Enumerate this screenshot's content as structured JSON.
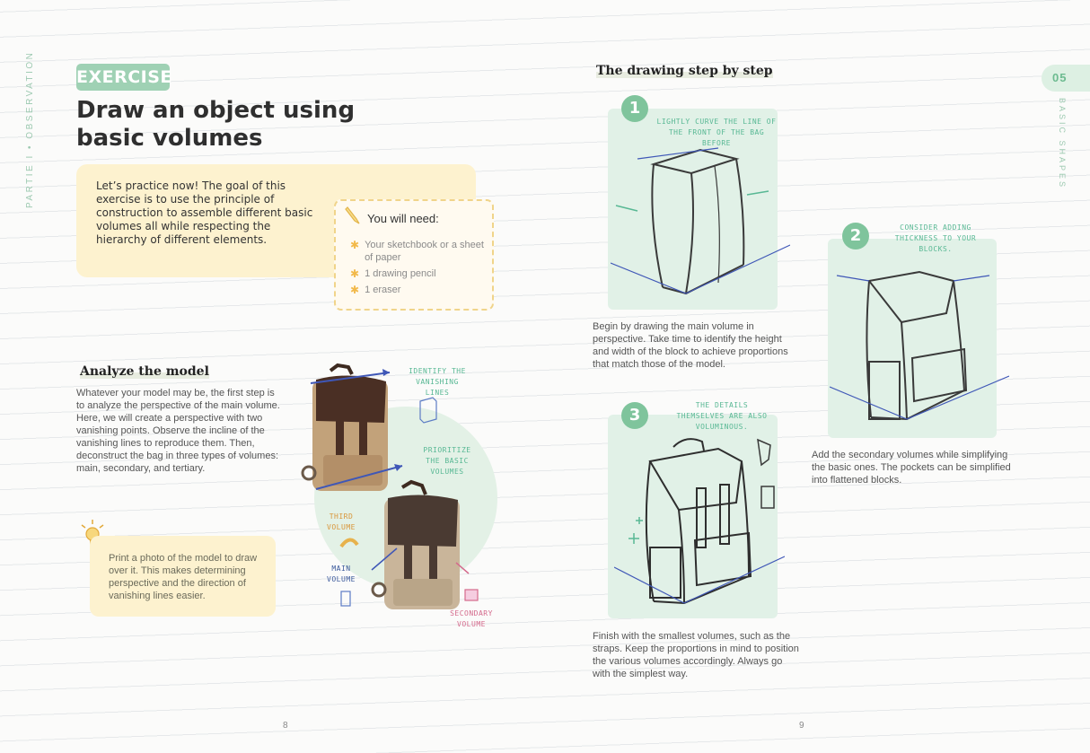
{
  "left_page": {
    "side_label": "PARTIE I • OBSERVATION",
    "badge": "EXERCISE",
    "title": "Draw an object using basic volumes",
    "intro": "Let’s practice now! The goal of this exercise is to use the principle of construction to assemble different basic volumes all while respecting the hierarchy of different elements.",
    "needs": {
      "title": "You will need:",
      "items": [
        "Your sketchbook or a sheet of paper",
        "1 drawing pencil",
        "1 eraser"
      ]
    },
    "analyze": {
      "heading": "Analyze the model",
      "text": "Whatever your model may be, the first step is to analyze the perspective of the main volume. Here, we will create a perspective with two vanishing points. Observe the incline of the vanishing lines to reproduce them. Then, deconstruct the bag in three types of volumes: main, secondary, and tertiary."
    },
    "tip": "Print a photo of the model to draw over it. This makes determining perspective and the direction of vanishing lines easier.",
    "annotations": {
      "identify": "IDENTIFY THE VANISHING LINES",
      "prioritize": "PRIORITIZE THE BASIC VOLUMES",
      "third": "THIRD VOLUME",
      "main": "MAIN VOLUME",
      "secondary": "SECONDARY VOLUME"
    },
    "page_number": "8"
  },
  "right_page": {
    "heading": "The drawing step by step",
    "chapter_number": "05",
    "side_label": "BASIC SHAPES",
    "steps": [
      {
        "number": "1",
        "note": "LIGHTLY CURVE THE LINE OF THE FRONT OF THE BAG BEFORE",
        "text": "Begin by drawing the main volume in perspective. Take time to identify the height and width of the block to achieve proportions that match those of the model."
      },
      {
        "number": "2",
        "note": "CONSIDER ADDING THICKNESS TO YOUR BLOCKS.",
        "text": "Add the secondary volumes while simplifying the basic ones. The pockets can be simplified into flattened blocks."
      },
      {
        "number": "3",
        "note": "THE DETAILS THEMSELVES ARE ALSO VOLUMINOUS.",
        "text": "Finish with the smallest volumes, such as the straps. Keep the proportions in mind to position the various volumes accordingly. Always go with the simplest way."
      }
    ],
    "page_number": "9"
  },
  "colors": {
    "accent_green": "#9fd1b4",
    "panel_green": "#e1f1e7",
    "note_yellow": "#fdf2cf",
    "star_orange": "#f2b94a"
  }
}
